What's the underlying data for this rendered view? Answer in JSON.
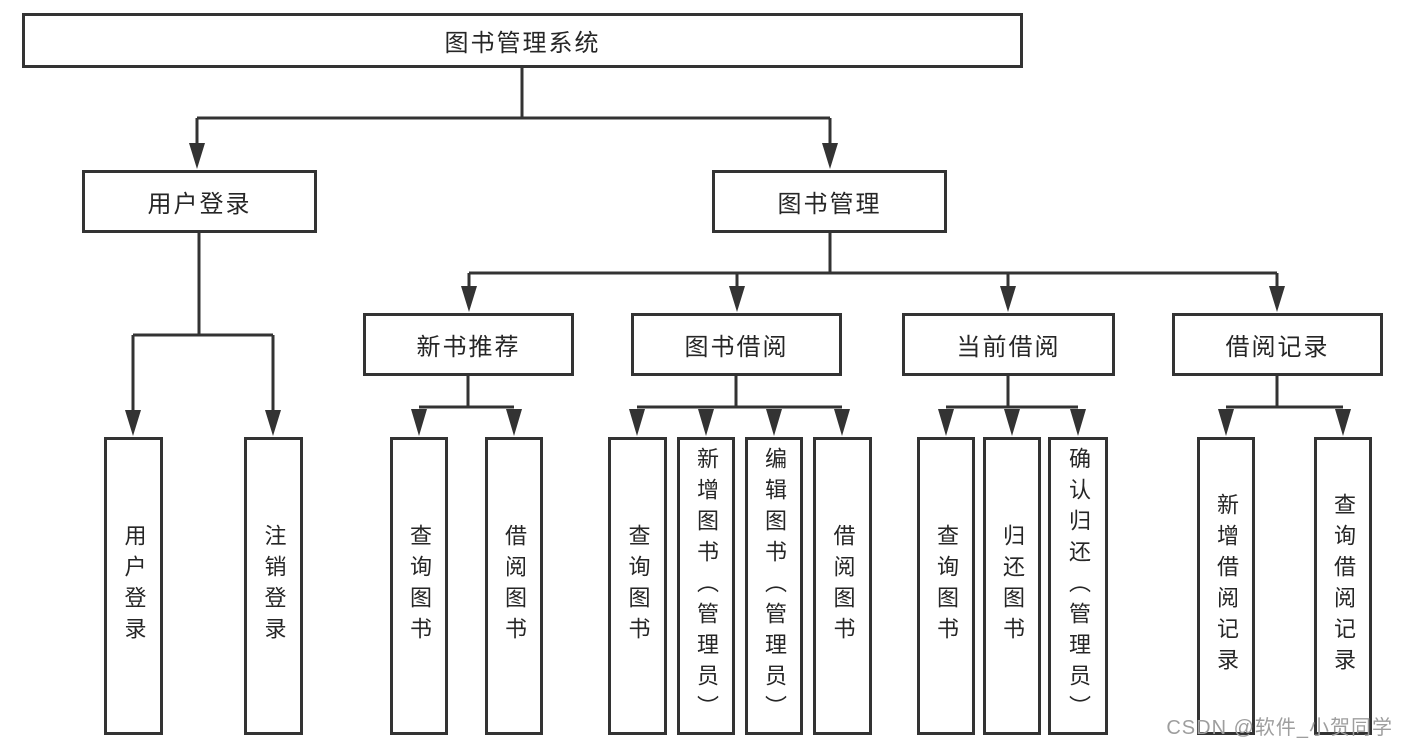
{
  "colors": {
    "line": "#333333",
    "text": "#262626",
    "background": "#ffffff",
    "watermark": "#9e9e9e"
  },
  "tree": {
    "label": "图书管理系统",
    "children": [
      {
        "label": "用户登录",
        "children": [
          {
            "label": "用户登录"
          },
          {
            "label": "注销登录"
          }
        ]
      },
      {
        "label": "图书管理",
        "children": [
          {
            "label": "新书推荐",
            "children": [
              {
                "label": "查询图书"
              },
              {
                "label": "借阅图书"
              }
            ]
          },
          {
            "label": "图书借阅",
            "children": [
              {
                "label": "查询图书"
              },
              {
                "label": "新增图书（管理员）"
              },
              {
                "label": "编辑图书（管理员）"
              },
              {
                "label": "借阅图书"
              }
            ]
          },
          {
            "label": "当前借阅",
            "children": [
              {
                "label": "查询图书"
              },
              {
                "label": "归还图书"
              },
              {
                "label": "确认归还（管理员）"
              }
            ]
          },
          {
            "label": "借阅记录",
            "children": [
              {
                "label": "新增借阅记录"
              },
              {
                "label": "查询借阅记录"
              }
            ]
          }
        ]
      }
    ]
  },
  "watermark": {
    "text": "CSDN @软件_小贺同学"
  }
}
